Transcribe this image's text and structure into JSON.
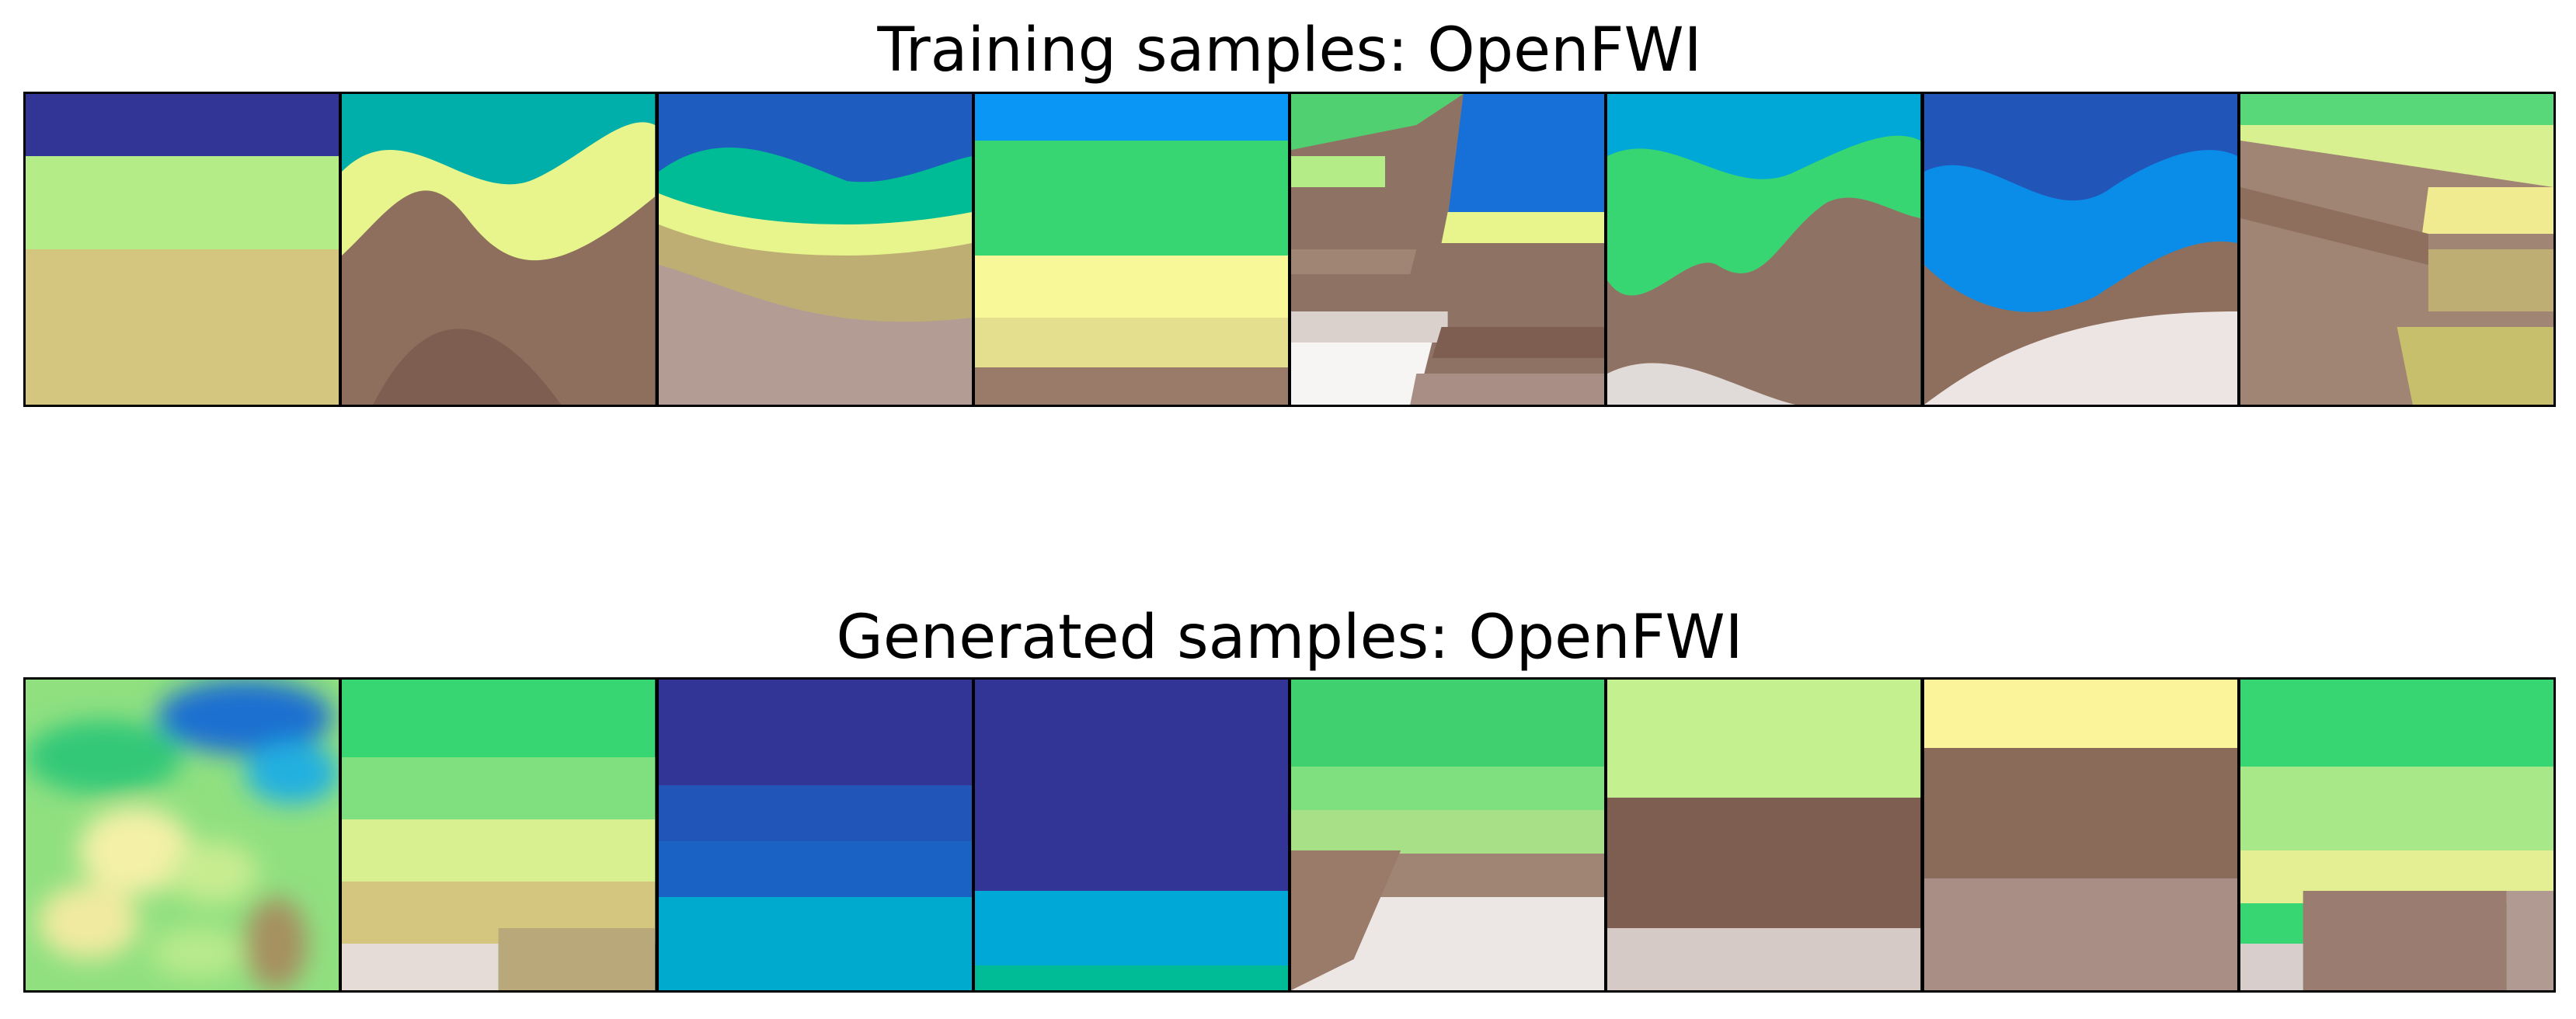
{
  "rows": [
    {
      "title": "Training samples: OpenFWI"
    },
    {
      "title": "Generated samples: OpenFWI"
    }
  ],
  "colormap": "terrain",
  "palette": {
    "deep_blue": "#323596",
    "blue": "#1f5cbf",
    "sky_blue": "#0a8de8",
    "cyan": "#00aacf",
    "teal": "#00bc96",
    "green": "#38d672",
    "light_green": "#b4ec88",
    "pale_yellow": "#f9f898",
    "khaki": "#d4c57f",
    "tan": "#bfae74",
    "brown": "#8e6f5d",
    "dark_brown": "#7d5e50",
    "mauve": "#a98e85",
    "grey_pink": "#cdbeb8",
    "near_white": "#f5f1f0"
  }
}
